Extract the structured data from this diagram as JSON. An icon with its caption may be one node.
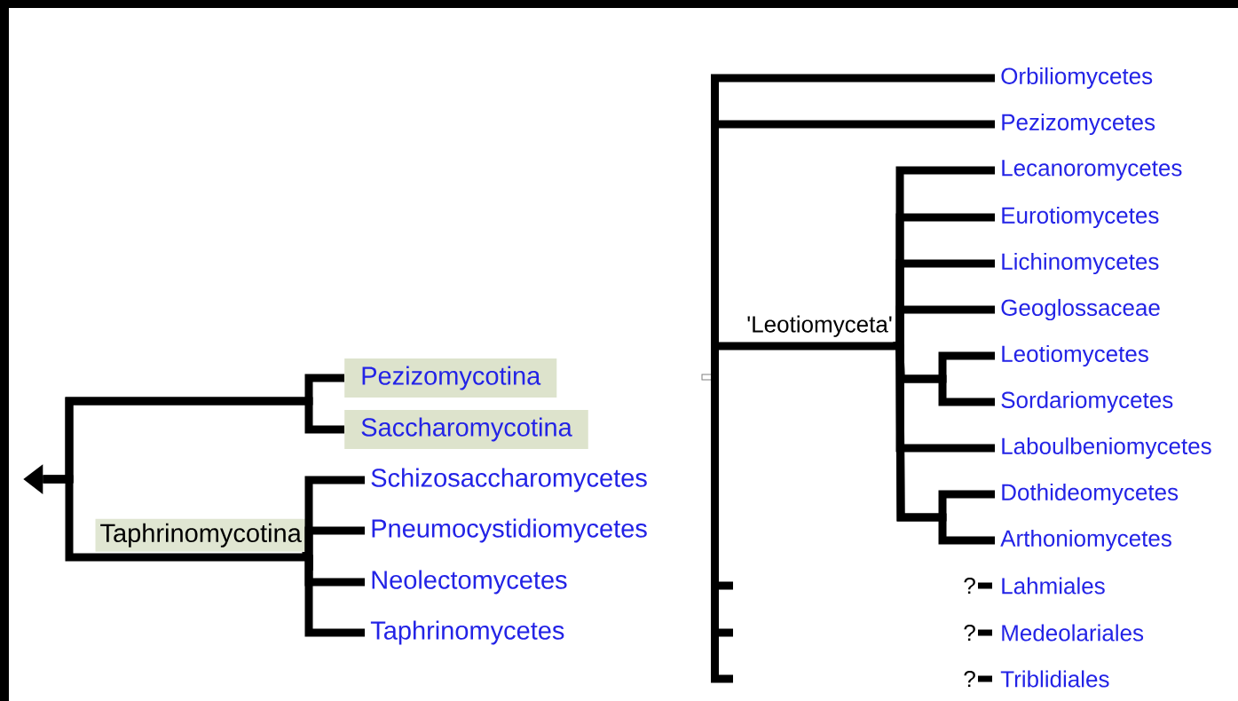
{
  "diagram": {
    "nodes": [
      {
        "text": [],
        "shape": "triangle"
      },
      {
        "text": [
          "Pezizomycotina"
        ]
      },
      {
        "text": [
          "Saccharomycotina"
        ]
      },
      {
        "text": [
          "Taphrinomycotina"
        ]
      },
      {
        "text": [
          "Schizosaccharomycetes"
        ]
      },
      {
        "text": [
          "Pneumocystidiomycetes"
        ]
      },
      {
        "text": [
          "Neolectomycetes"
        ]
      },
      {
        "text": [
          "Taphrinomycetes"
        ]
      },
      {
        "text": [],
        "shape": "bar"
      },
      {
        "text": [
          "Orbiliomycetes"
        ]
      },
      {
        "text": [
          "Pezizomycetes"
        ]
      },
      {
        "text": [
          "'Leotiomyceta'"
        ]
      },
      {
        "text": [
          "Lecanoromycetes"
        ]
      },
      {
        "text": [
          "Eurotiomycetes"
        ]
      },
      {
        "text": [
          "Lichinomycetes"
        ]
      },
      {
        "text": [
          "Geoglossaceae"
        ]
      },
      {
        "text": [
          "Leotiomycetes"
        ]
      },
      {
        "text": [
          "Sordariomycetes"
        ]
      },
      {
        "text": [
          "Laboulbeniomycetes"
        ]
      },
      {
        "text": [
          "Dothideomycetes"
        ]
      },
      {
        "text": [
          "Arthoniomycetes"
        ]
      },
      {
        "text": [
          "Lahmiales"
        ],
        "beside": [
          "?"
        ]
      },
      {
        "text": [
          "Medeolariales"
        ],
        "beside": [
          "?"
        ]
      },
      {
        "text": [
          "Triblidiales"
        ],
        "beside": [
          "?"
        ]
      }
    ],
    "edges": [
      {
        "from": 0,
        "to": 1,
        "arrow": "none"
      },
      {
        "from": 0,
        "to": 2,
        "arrow": "none"
      },
      {
        "from": 0,
        "to": 3,
        "arrow": "none"
      },
      {
        "from": 3,
        "to": 4,
        "arrow": "none"
      },
      {
        "from": 3,
        "to": 5,
        "arrow": "none"
      },
      {
        "from": 3,
        "to": 6,
        "arrow": "none"
      },
      {
        "from": 3,
        "to": 7,
        "arrow": "none"
      },
      {
        "from": 8,
        "to": 9,
        "arrow": "none"
      },
      {
        "from": 8,
        "to": 10,
        "arrow": "none"
      },
      {
        "from": 8,
        "to": 11,
        "arrow": "none"
      },
      {
        "from": 11,
        "to": 12,
        "arrow": "none"
      },
      {
        "from": 11,
        "to": 13,
        "arrow": "none"
      },
      {
        "from": 11,
        "to": 14,
        "arrow": "none"
      },
      {
        "from": 11,
        "to": 15,
        "arrow": "none"
      },
      {
        "from": 11,
        "to": 16,
        "arrow": "none"
      },
      {
        "from": 11,
        "to": 17,
        "arrow": "none"
      },
      {
        "from": 11,
        "to": 18,
        "arrow": "none"
      },
      {
        "from": 11,
        "to": 19,
        "arrow": "none"
      },
      {
        "from": 11,
        "to": 20,
        "arrow": "none"
      },
      {
        "from": 8,
        "to": null,
        "arrow": "none"
      },
      {
        "from": 8,
        "to": null,
        "arrow": "none"
      },
      {
        "from": 8,
        "to": null,
        "arrow": "none"
      }
    ]
  }
}
